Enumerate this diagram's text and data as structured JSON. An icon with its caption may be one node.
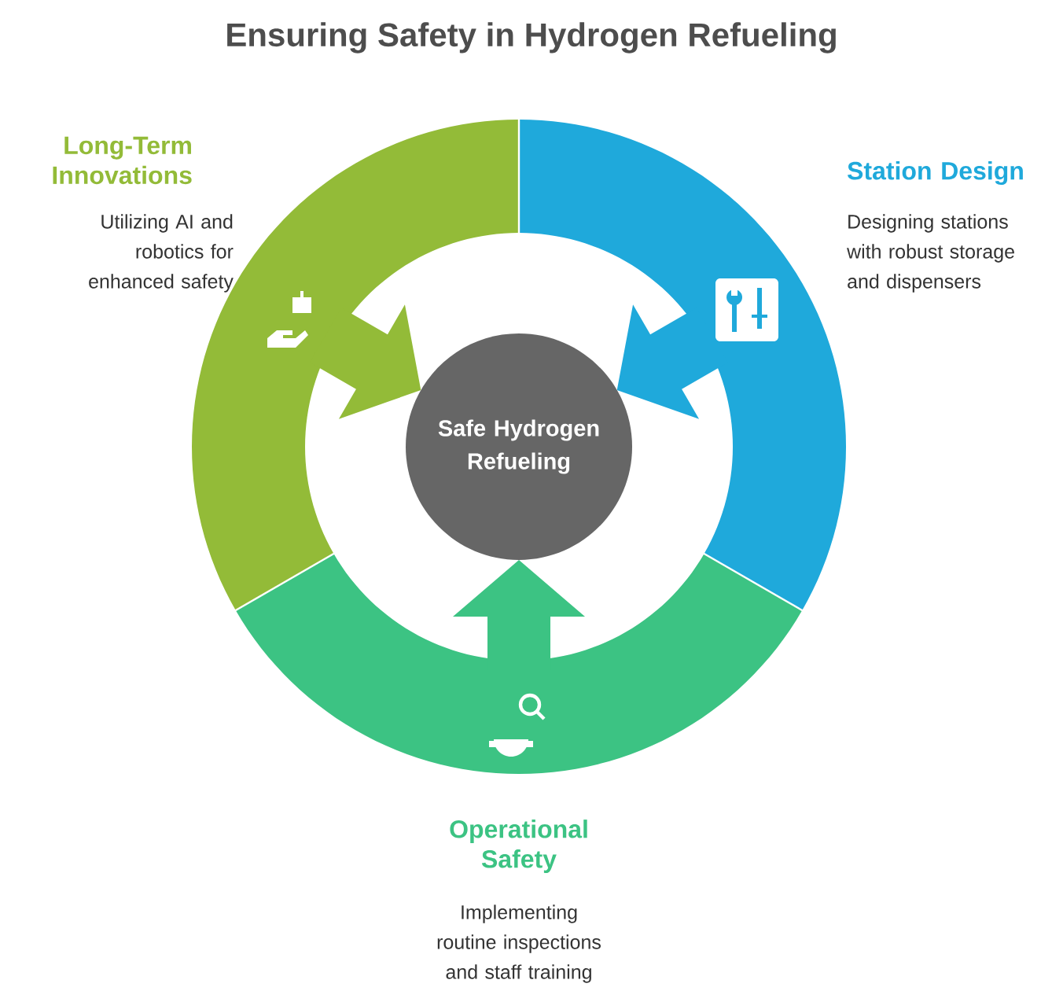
{
  "diagram": {
    "title": "Ensuring Safety in Hydrogen Refueling",
    "nodes": [
      {
        "text": [
          "Long-Term Innovations",
          "Utilizing AI and robotics for enhanced safety"
        ]
      },
      {
        "text": [
          "Station Design",
          "Designing stations with robust storage and dispensers"
        ]
      },
      {
        "text": [
          "Safe Hydrogen Refueling"
        ]
      },
      {
        "text": [
          "Operational Safety",
          "Implementing routine inspections and staff training"
        ]
      }
    ],
    "edges": [
      {
        "from": 0,
        "to": 2,
        "arrow": "to",
        "color": "#93bb38"
      },
      {
        "from": 1,
        "to": 2,
        "arrow": "to",
        "color": "#1fa9db"
      },
      {
        "from": 3,
        "to": 2,
        "arrow": "to",
        "color": "#3cc383"
      }
    ]
  }
}
